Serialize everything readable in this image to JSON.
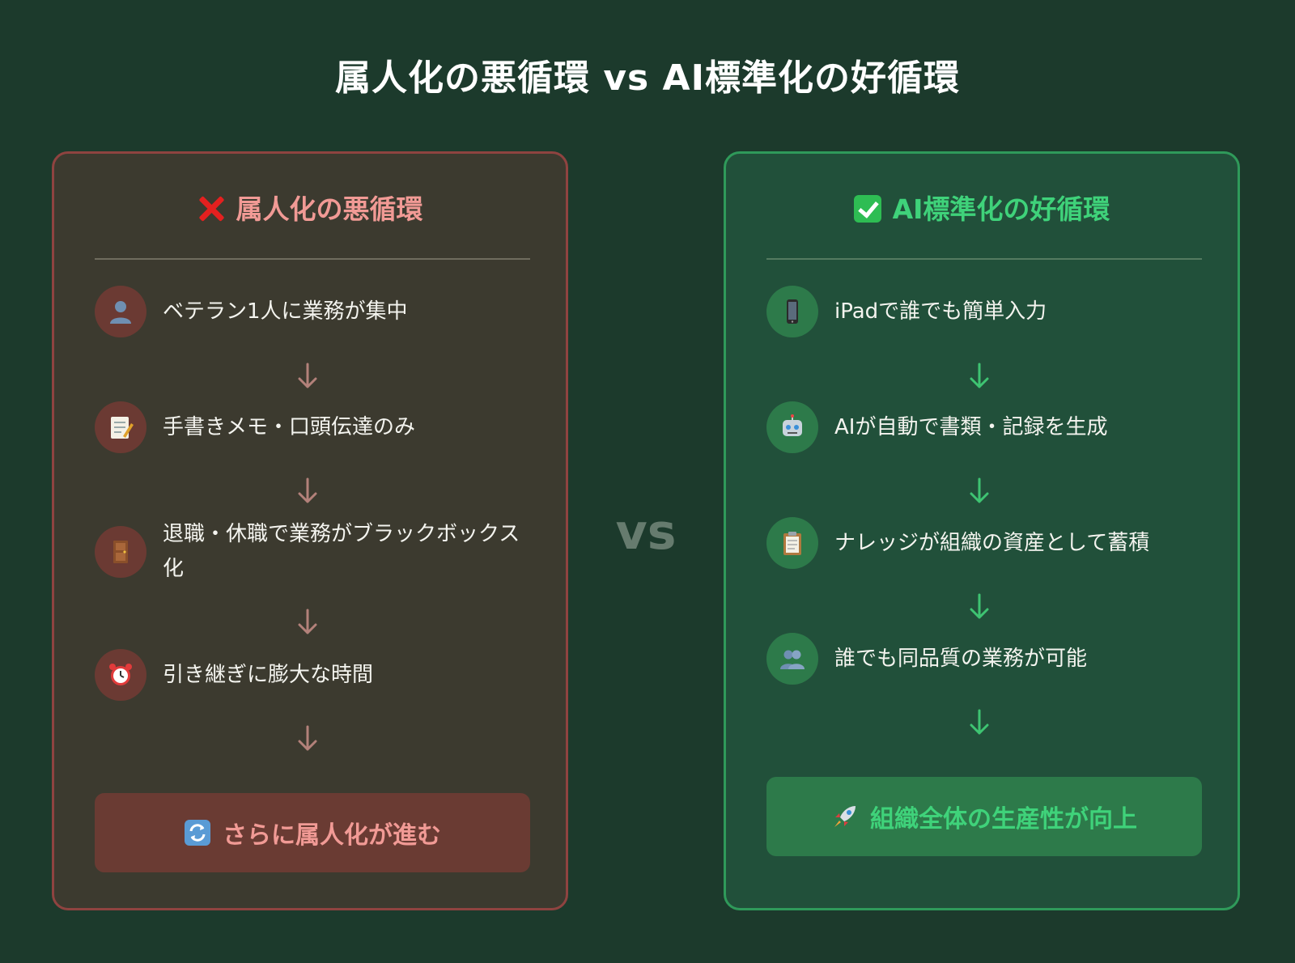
{
  "title": "属人化の悪循環 vs AI標準化の好循環",
  "vs_label": "vs",
  "colors": {
    "background": "#1c3a2c",
    "bad_panel": "#3c3a2f",
    "bad_accent": "#f19a95",
    "good_panel": "#21503a",
    "good_accent": "#3fd27a"
  },
  "bad_cycle": {
    "heading_icon": "cross-mark-icon",
    "heading": "属人化の悪循環",
    "steps": [
      {
        "icon": "person-silhouette-icon",
        "text": "ベテラン1人に業務が集中"
      },
      {
        "icon": "memo-icon",
        "text": "手書きメモ・口頭伝達のみ"
      },
      {
        "icon": "door-icon",
        "text": "退職・休職で業務がブラックボックス化"
      },
      {
        "icon": "alarm-clock-icon",
        "text": "引き継ぎに膨大な時間"
      }
    ],
    "result": {
      "icon": "repeat-arrows-icon",
      "text": "さらに属人化が進む"
    }
  },
  "good_cycle": {
    "heading_icon": "check-mark-icon",
    "heading": "AI標準化の好循環",
    "steps": [
      {
        "icon": "mobile-phone-icon",
        "text": "iPadで誰でも簡単入力"
      },
      {
        "icon": "robot-icon",
        "text": "AIが自動で書類・記録を生成"
      },
      {
        "icon": "clipboard-icon",
        "text": "ナレッジが組織の資産として蓄積"
      },
      {
        "icon": "people-silhouette-icon",
        "text": "誰でも同品質の業務が可能"
      }
    ],
    "result": {
      "icon": "rocket-icon",
      "text": "組織全体の生産性が向上"
    }
  }
}
